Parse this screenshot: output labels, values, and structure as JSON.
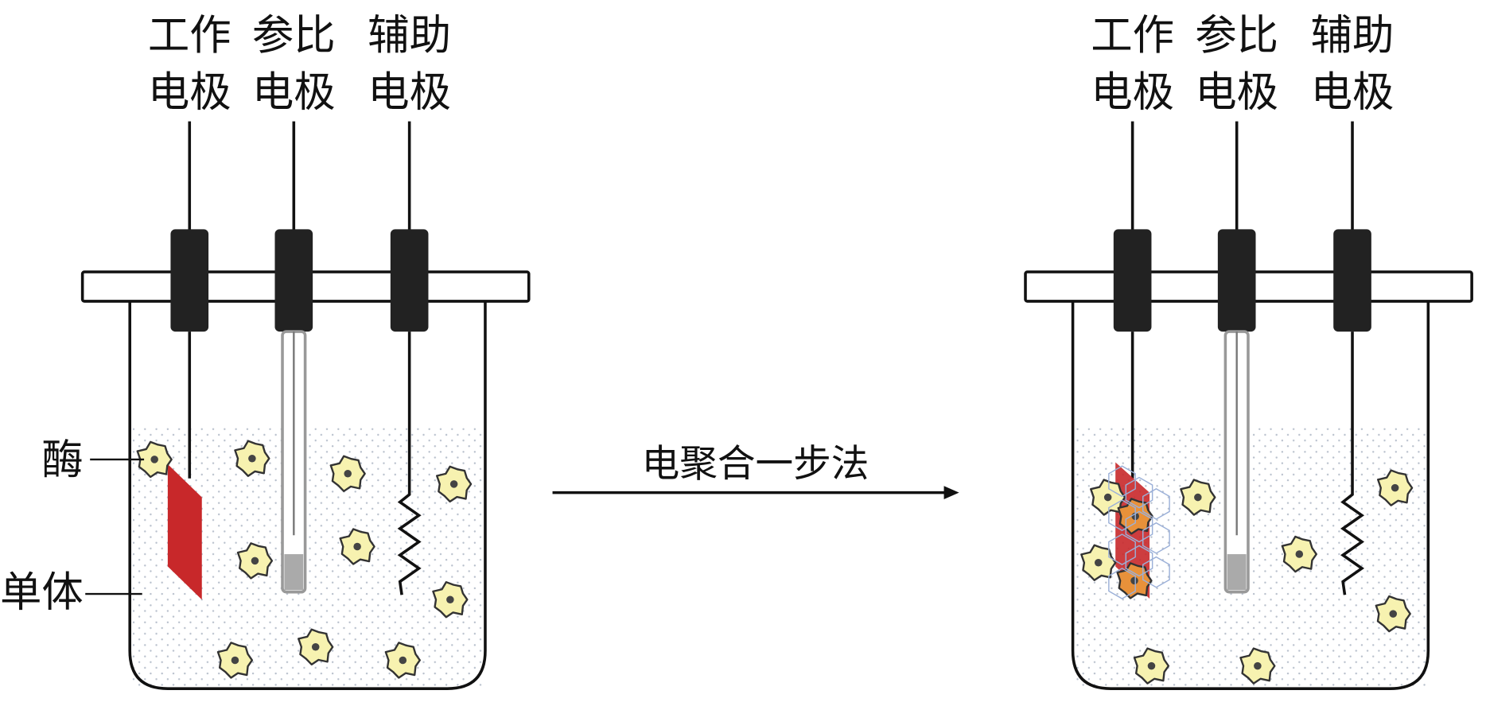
{
  "electrode_labels": {
    "working": [
      "工作",
      "电极"
    ],
    "reference": [
      "参比",
      "电极"
    ],
    "auxiliary": [
      "辅助",
      "电极"
    ]
  },
  "callouts": {
    "enzyme": "酶",
    "monomer": "单体"
  },
  "arrow_label": "电聚合一步法",
  "colors": {
    "working_electrode": "#c8282a",
    "enzyme_fill": "#f7f2b0",
    "enzyme_bound": "#e8913a",
    "line": "#111111"
  }
}
